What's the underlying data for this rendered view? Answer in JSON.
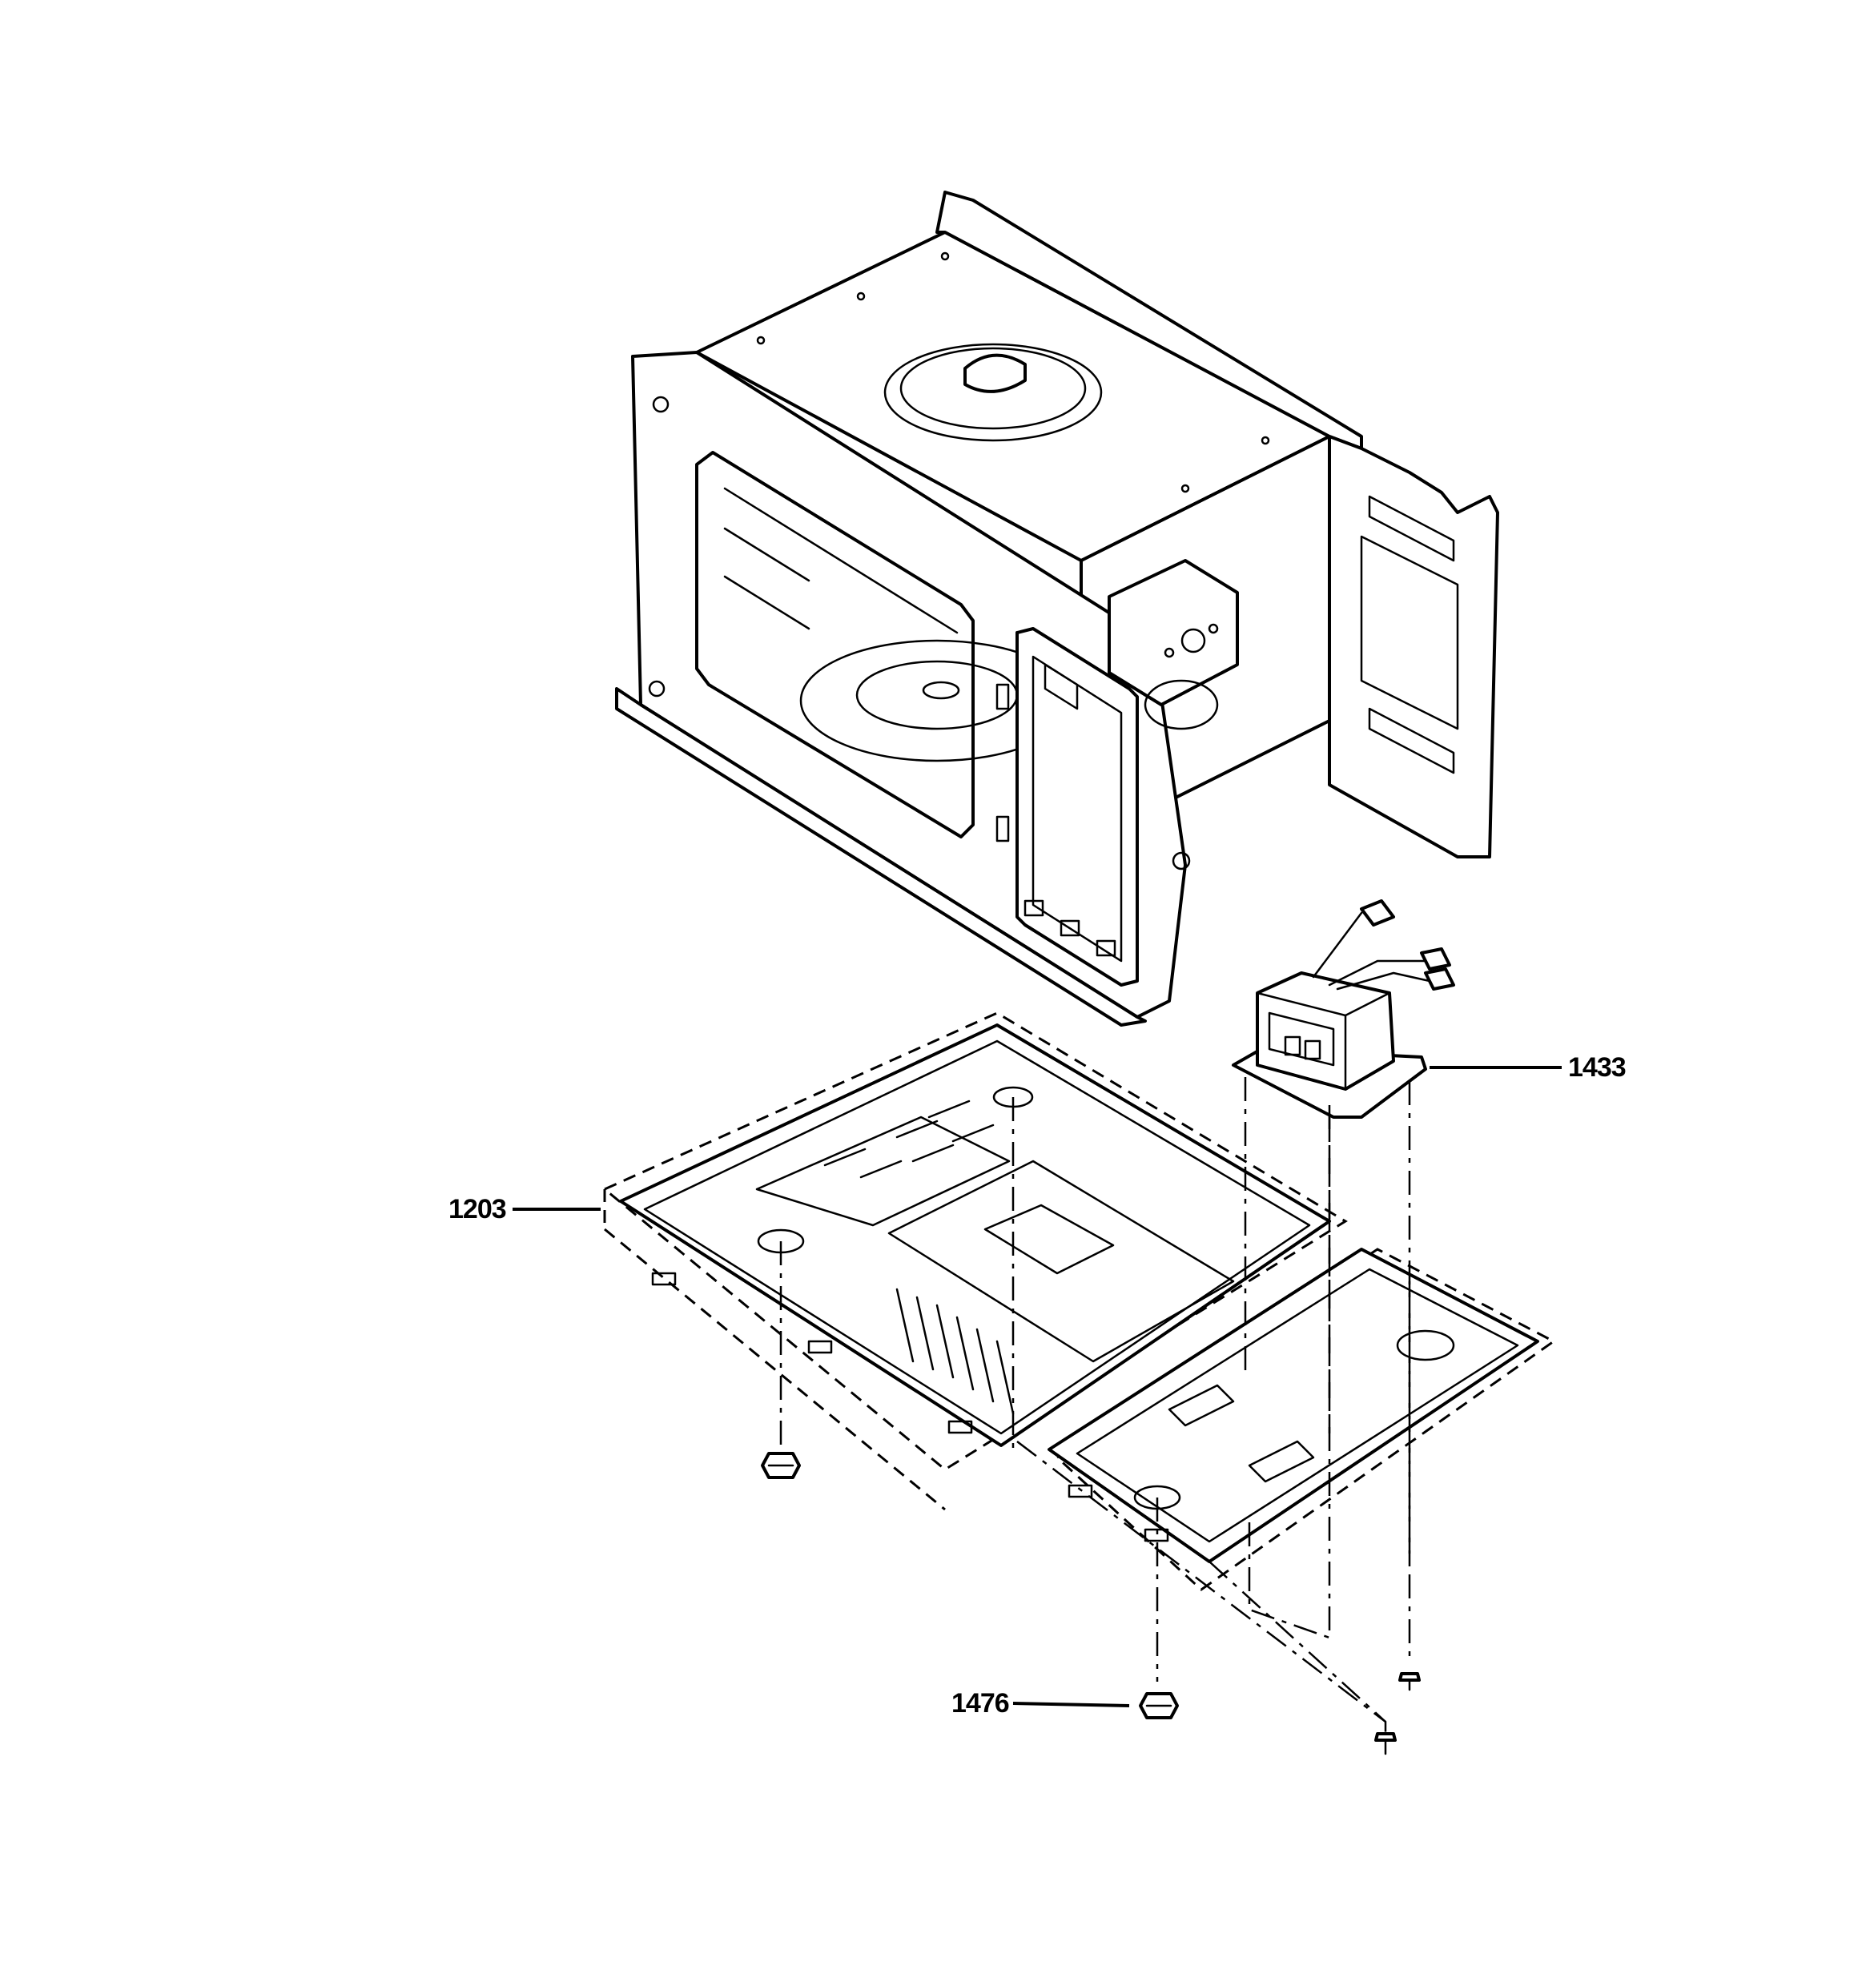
{
  "callouts": {
    "transformer": "1433",
    "base_plate": "1203",
    "foot_nut": "1476"
  }
}
